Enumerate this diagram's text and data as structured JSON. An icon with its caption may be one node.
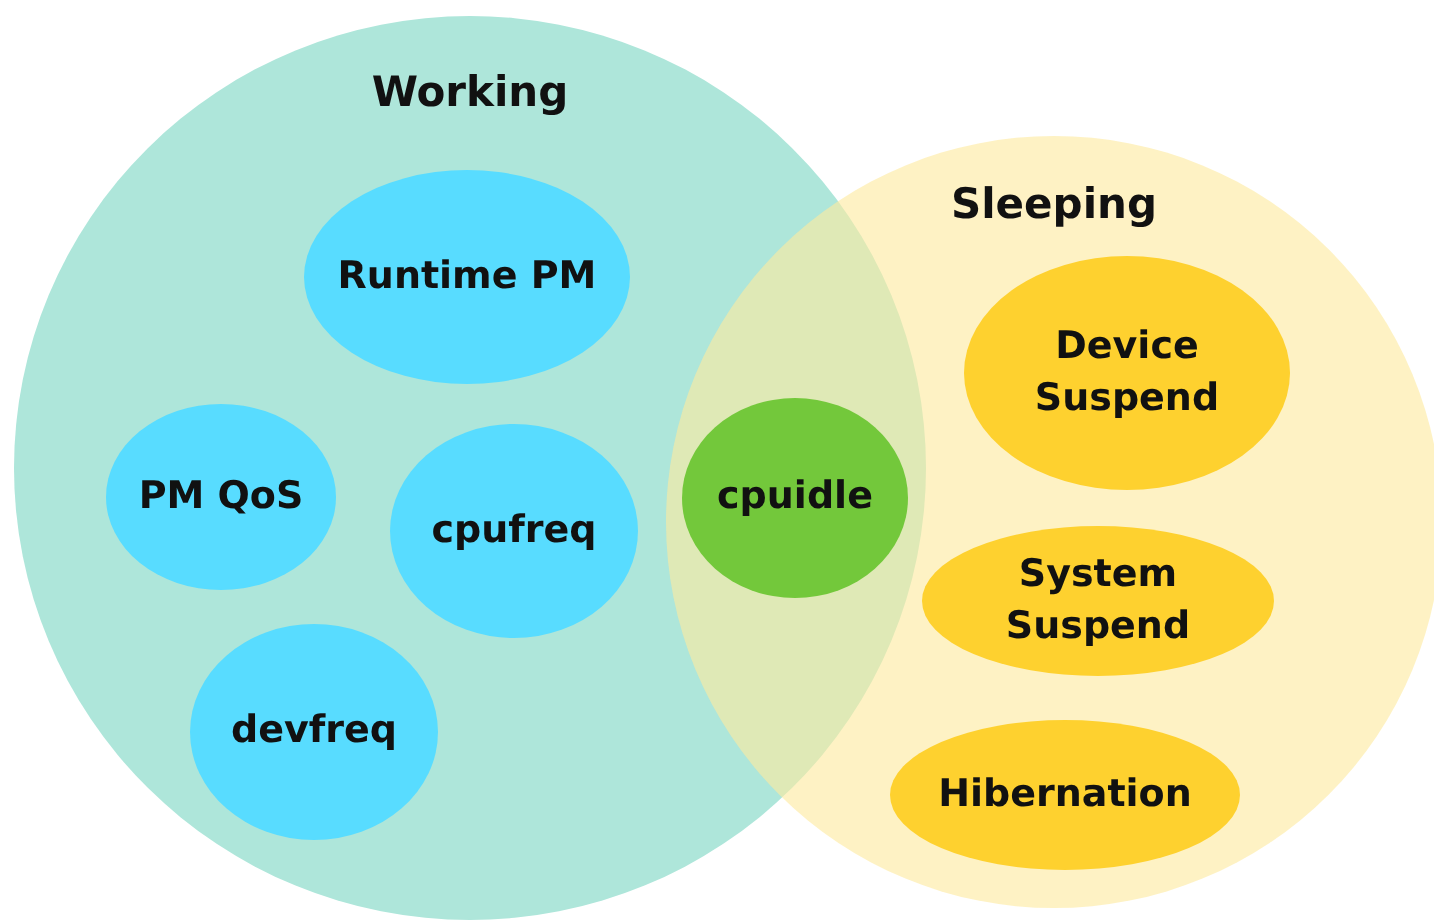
{
  "diagram": {
    "nodes": [
      {
        "text": [
          "Working"
        ]
      },
      {
        "text": [
          "Sleeping"
        ]
      },
      {
        "text": [
          "Runtime PM"
        ],
        "in": 0
      },
      {
        "text": [
          "PM QoS"
        ],
        "in": 0
      },
      {
        "text": [
          "cpufreq"
        ],
        "in": 0
      },
      {
        "text": [
          "devfreq"
        ],
        "in": 0
      },
      {
        "text": [
          "cpuidle"
        ]
      },
      {
        "text": [
          "Device Suspend"
        ],
        "in": 1
      },
      {
        "text": [
          "System Suspend"
        ],
        "in": 1
      },
      {
        "text": [
          "Hibernation"
        ],
        "in": 1
      }
    ]
  }
}
